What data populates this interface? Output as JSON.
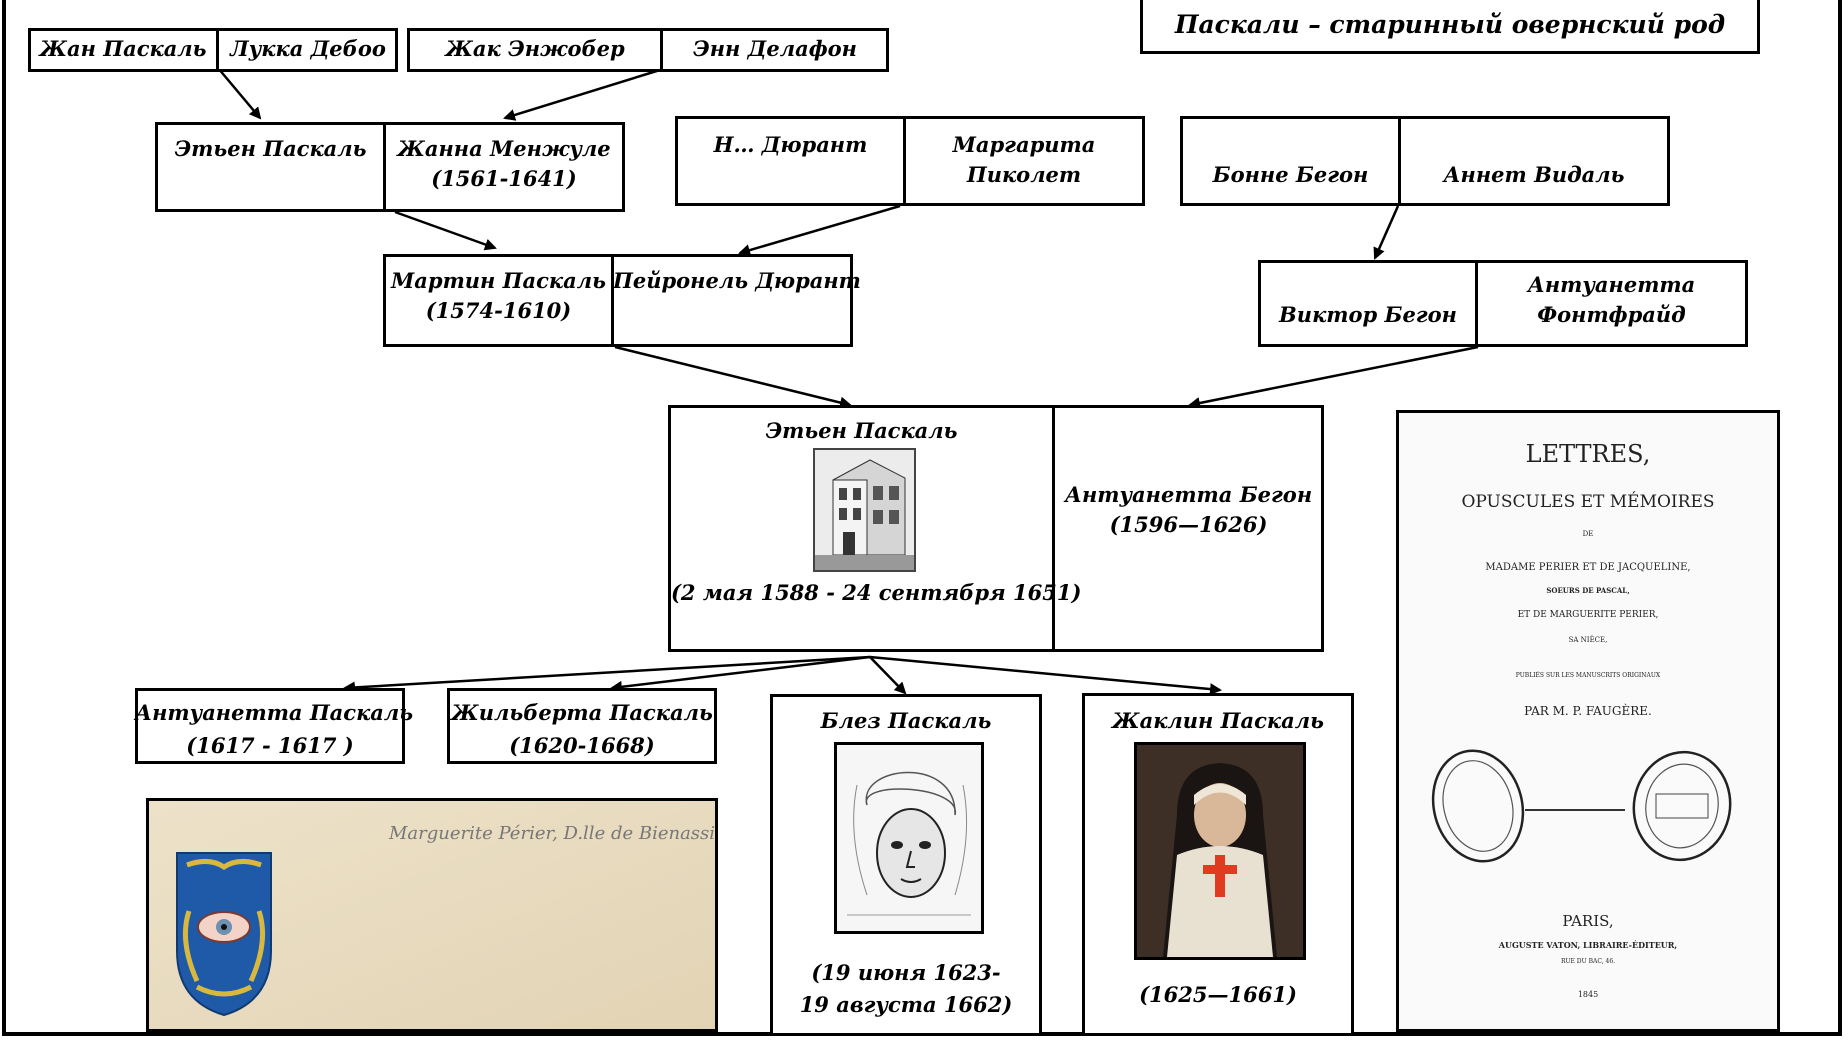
{
  "title": "Паскали – старинный овернский род",
  "gen1": {
    "jean": "Жан Паскаль",
    "lucca": "Лукка Дебоо",
    "jacques": "Жак Энжобер",
    "anne": "Энн Делафон"
  },
  "gen2": {
    "etienne_sr": "Этьен Паскаль",
    "jeanne": "Жанна Менжуле",
    "jeanne_dates": "(1561-1641)",
    "n_durant": "Н… Дюрант",
    "marguerite_1": "Маргарита",
    "marguerite_2": "Пиколет",
    "bonnet": "Бонне Бегон",
    "annet": "Аннет Видаль"
  },
  "gen3": {
    "martin": "Мартин Паскаль",
    "martin_dates": "(1574-1610)",
    "peyronel": "Пейронель Дюрант",
    "victor": "Виктор Бегон",
    "antoinette_f1": "Антуанетта",
    "antoinette_f2": "Фонтфрайд"
  },
  "parents": {
    "etienne": "Этьен Паскаль",
    "etienne_dates": "(2 мая 1588   - 24 сентября 1651)",
    "antoinette": "Антуанетта Бегон",
    "antoinette_dates": "(1596—1626)"
  },
  "children": {
    "antoinette": "Антуанетта Паскаль",
    "antoinette_dates": "(1617 -   1617 )",
    "gilberte": "Жильберта Паскаль",
    "gilberte_dates": "(1620-1668)",
    "blaise": "Блез Паскаль",
    "blaise_dates_1": "(19 июня 1623-",
    "blaise_dates_2": "19 августа 1662)",
    "jacqueline": "Жаклин Паскаль",
    "jacqueline_dates": "(1625—1661)"
  },
  "coat_inscription": "Marguerite Périer, D.lle de Bienassis",
  "book": {
    "line1": "LETTRES,",
    "line2": "OPUSCULES ET MÉMOIRES",
    "line3": "DE",
    "line4": "MADAME PERIER ET DE JACQUELINE,",
    "line5": "SOEURS DE PASCAL,",
    "line6": "ET DE MARGUERITE PERIER,",
    "line7": "SA NIÈCE,",
    "line8": "PUBLIÉS SUR LES MANUSCRITS ORIGINAUX",
    "line9": "PAR M. P. FAUGÈRE.",
    "line10": "PARIS,",
    "line11": "AUGUSTE VATON, LIBRAIRE-ÉDITEUR,",
    "line12": "RUE DU BAC, 46.",
    "line13": "1845"
  }
}
